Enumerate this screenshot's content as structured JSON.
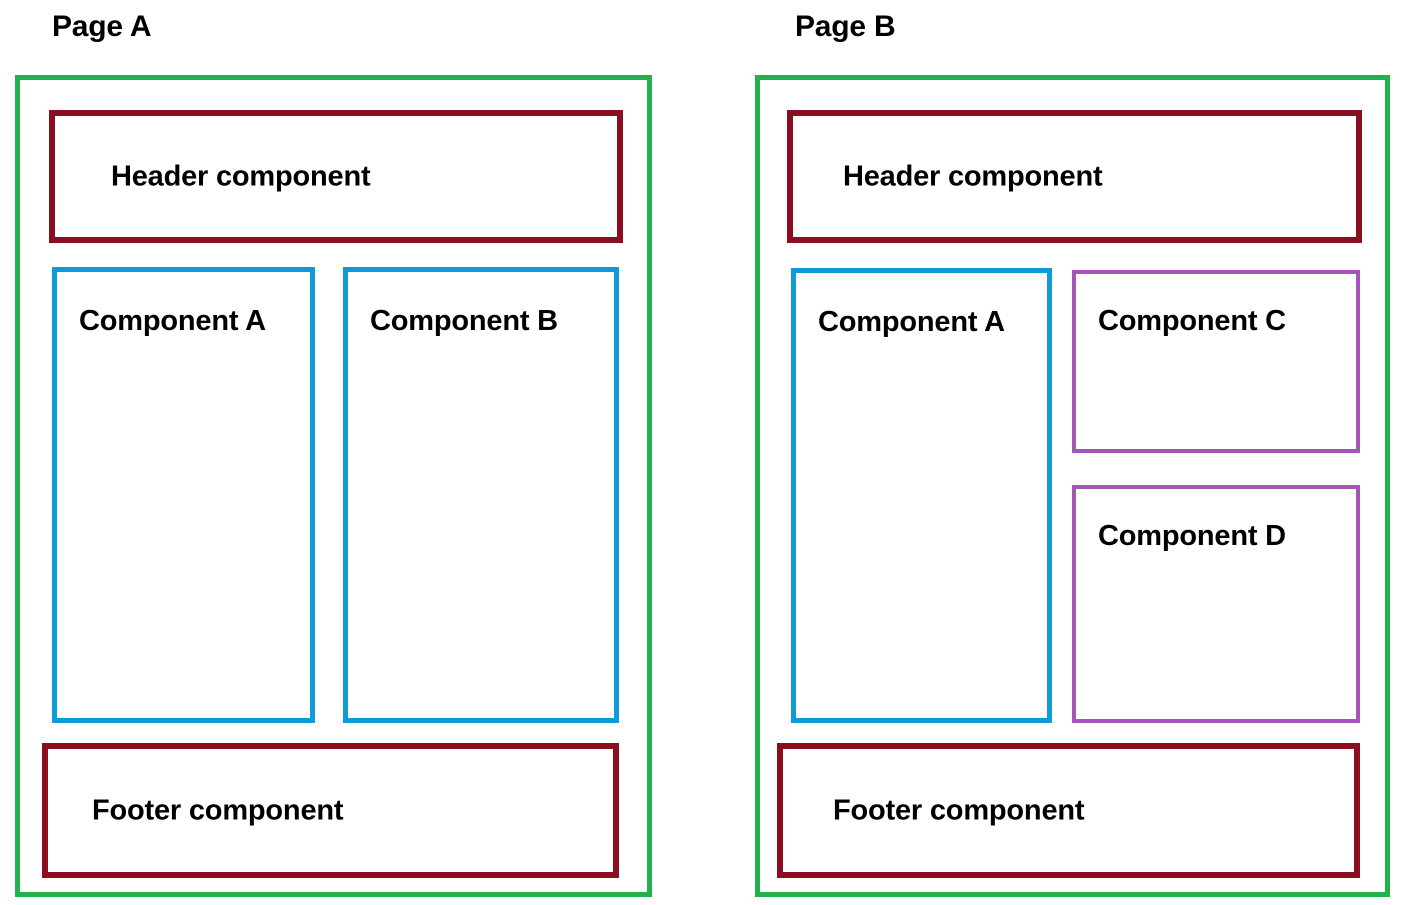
{
  "diagram": {
    "title_a": "Page A",
    "title_b": "Page B",
    "colors": {
      "page_frame_green": "#22B24C",
      "header_footer_dark_red": "#8B0D20",
      "component_blue": "#0F9BD7",
      "component_purple": "#A555B5",
      "text_black": "#000000",
      "background_white": "#FFFFFF"
    }
  },
  "page_a": {
    "title": "Page A",
    "header": {
      "label": "Header component"
    },
    "components": [
      {
        "label": "Component A"
      },
      {
        "label": "Component B"
      }
    ],
    "footer": {
      "label": "Footer component"
    }
  },
  "page_b": {
    "title": "Page B",
    "header": {
      "label": "Header component"
    },
    "components": [
      {
        "label": "Component A"
      },
      {
        "label": "Component C"
      },
      {
        "label": "Component D"
      }
    ],
    "footer": {
      "label": "Footer component"
    }
  }
}
